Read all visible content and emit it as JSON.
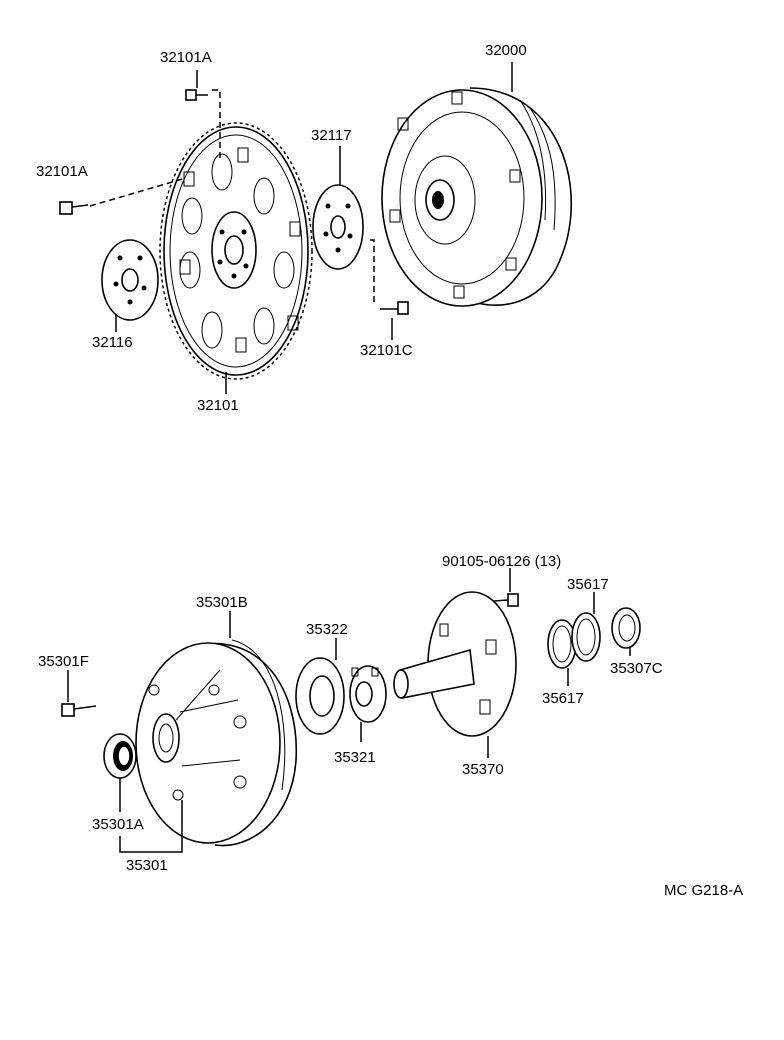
{
  "labels": {
    "l_32101A_top": "32101A",
    "l_32101A_left": "32101A",
    "l_32117": "32117",
    "l_32000": "32000",
    "l_32116": "32116",
    "l_32101": "32101",
    "l_32101C": "32101C",
    "l_90105": "90105-06126 (13)",
    "l_35617_top": "35617",
    "l_35301B": "35301B",
    "l_35322": "35322",
    "l_35301F": "35301F",
    "l_35307C": "35307C",
    "l_35617_bottom": "35617",
    "l_35321": "35321",
    "l_35370": "35370",
    "l_35301A": "35301A",
    "l_35301": "35301"
  },
  "diagram_code": "MC G218-A"
}
